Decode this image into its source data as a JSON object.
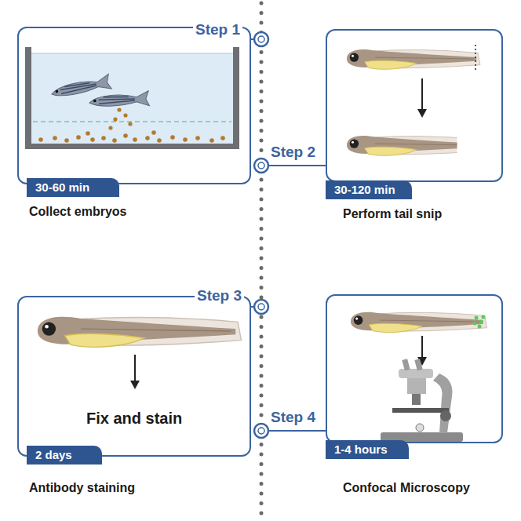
{
  "diagram": {
    "nodes": [
      {
        "text": [
          "Collect embryos"
        ]
      },
      {
        "text": [
          "30-60 min"
        ],
        "in": 0
      },
      {
        "text": [
          "Perform tail snip"
        ]
      },
      {
        "text": [
          "30-120 min"
        ],
        "in": 2
      },
      {
        "text": [
          "Fix and stain",
          "Antibody staining"
        ]
      },
      {
        "text": [
          "2 days"
        ],
        "in": 4
      },
      {
        "text": [
          "Confocal Microscopy"
        ]
      },
      {
        "text": [
          "1-4 hours"
        ],
        "in": 6
      }
    ],
    "labels": [
      "Step 1",
      "Step 2",
      "Step 3",
      "Step 4"
    ]
  }
}
